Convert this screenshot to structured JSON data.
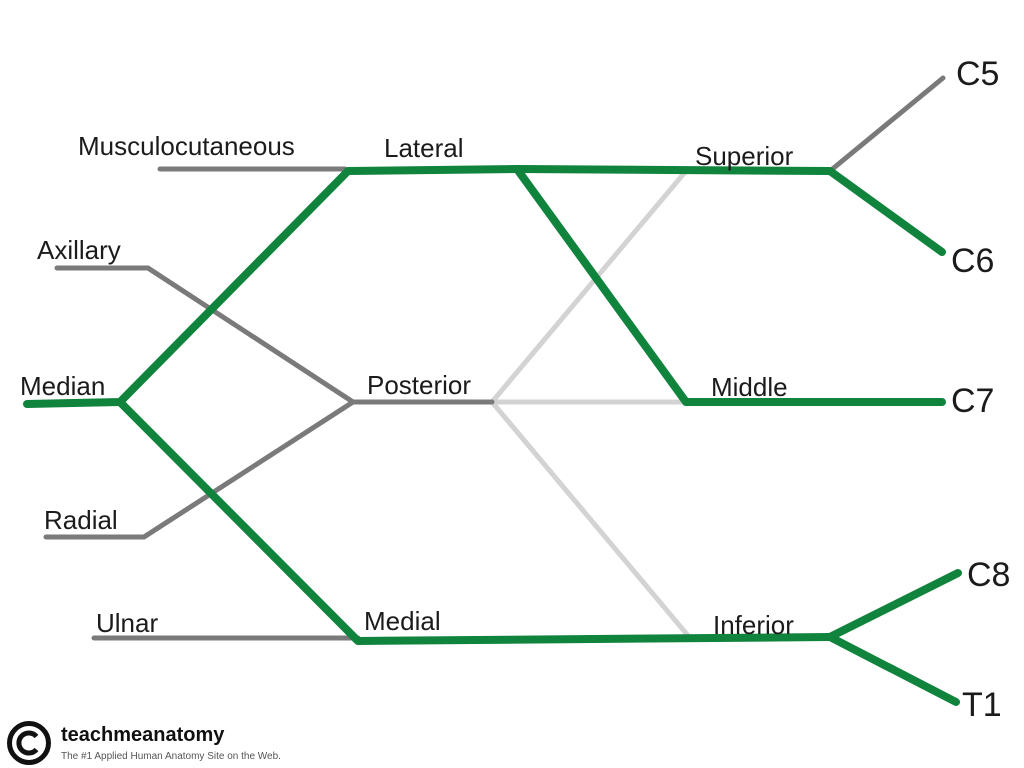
{
  "colors": {
    "nerve_path": "#10833d",
    "branch_grey": "#7a7a7a",
    "branch_light": "#d3d3d3"
  },
  "labels": {
    "musculocutaneous": "Musculocutaneous",
    "axillary": "Axillary",
    "median": "Median",
    "radial": "Radial",
    "ulnar": "Ulnar",
    "lateral": "Lateral",
    "posterior": "Posterior",
    "medial": "Medial",
    "superior": "Superior",
    "middle": "Middle",
    "inferior": "Inferior",
    "c5": "C5",
    "c6": "C6",
    "c7": "C7",
    "c8": "C8",
    "t1": "T1"
  },
  "highlighted_path": [
    "C6",
    "Superior",
    "Lateral",
    "Median",
    "C7",
    "Middle",
    "C8",
    "T1",
    "Inferior",
    "Medial"
  ],
  "brand": {
    "symbol": "©",
    "name": "teachmeanatomy",
    "tagline": "The #1 Applied Human Anatomy Site on the Web."
  },
  "icons": [
    "copyright-icon"
  ]
}
